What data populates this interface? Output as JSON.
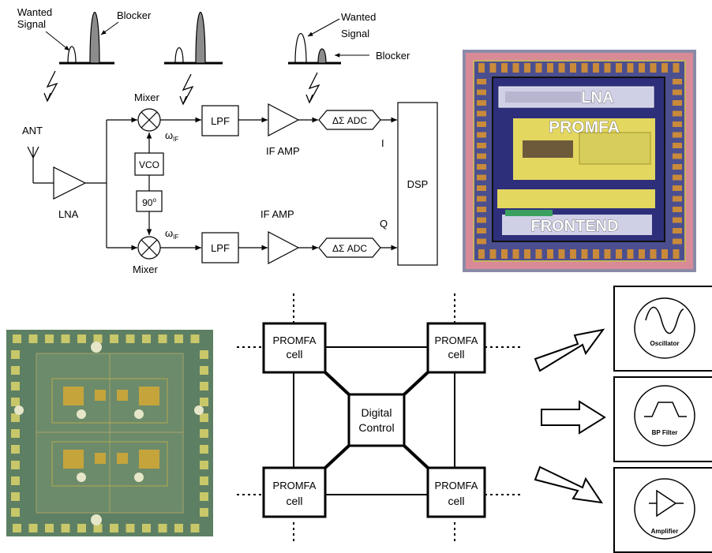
{
  "rx_chain": {
    "spectrum_left": {
      "wanted": "Wanted",
      "signal": "Signal",
      "blocker": "Blocker"
    },
    "spectrum_right": {
      "wanted": "Wanted",
      "signal": "Signal",
      "blocker": "Blocker"
    },
    "ant": "ANT",
    "lna": "LNA",
    "mixer_top": "Mixer",
    "mixer_bottom": "Mixer",
    "omega_top": "ω",
    "omega_top_sub": "IF",
    "omega_bottom": "ω",
    "omega_bottom_sub": "IF",
    "vco": "VCO",
    "phase": "90",
    "phase_sup": "o",
    "lpf_top": "LPF",
    "lpf_bottom": "LPF",
    "if_amp_top": "IF AMP",
    "if_amp_bottom": "IF AMP",
    "adc_top": "ΔΣ ADC",
    "adc_bottom": "ΔΣ ADC",
    "i_label": "I",
    "q_label": "Q",
    "dsp": "DSP"
  },
  "die_photo": {
    "lna": "LNA",
    "promfa": "PROMFA",
    "frontend": "FRONTEND"
  },
  "array": {
    "cell_line1": "PROMFA",
    "cell_line2": "cell",
    "digital_line1": "Digital",
    "digital_line2": "Control"
  },
  "functions": {
    "oscillator": "Oscillator",
    "bp_filter": "BP Filter",
    "amplifier": "Amplifier"
  },
  "colors": {
    "chip_core": "#2e2f7a",
    "chip_pad": "#c98a3a",
    "chip_ring": "#d97a8a",
    "block_yellow": "#e3d760",
    "pcb_green": "#5d7f63",
    "pcb_pad": "#c8c76a"
  }
}
